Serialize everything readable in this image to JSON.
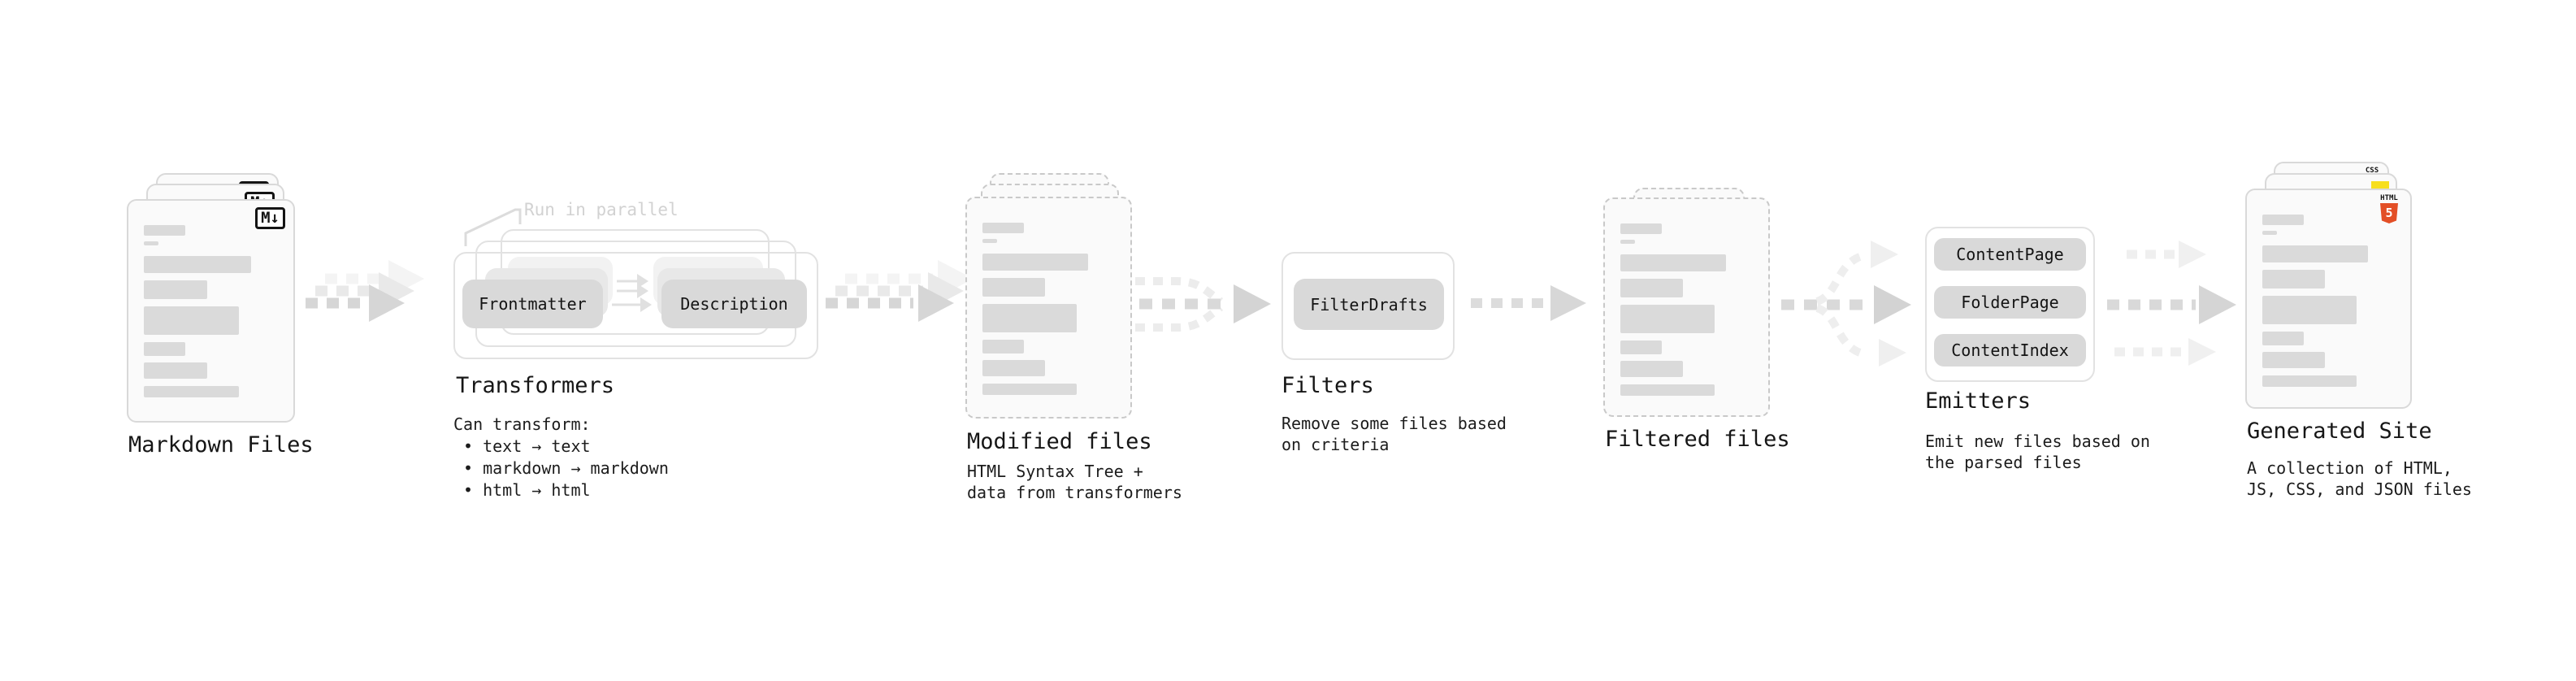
{
  "nodes": {
    "markdown_files": {
      "heading": "Markdown Files",
      "badge": "M↓"
    },
    "transformers": {
      "heading": "Transformers",
      "annotation": "Run in parallel",
      "box_1": "Frontmatter",
      "box_2": "Description",
      "desc_1": "Can transform:",
      "desc_2": "• text → text",
      "desc_3": "• markdown → markdown",
      "desc_4": "• html → html"
    },
    "modified_files": {
      "heading": "Modified files",
      "desc_1": "HTML Syntax Tree +",
      "desc_2": "data from transformers"
    },
    "filters": {
      "heading": "Filters",
      "box_1": "FilterDrafts",
      "desc_1": "Remove some files based",
      "desc_2": "on criteria"
    },
    "filtered_files": {
      "heading": "Filtered files"
    },
    "emitters": {
      "heading": "Emitters",
      "box_1": "ContentPage",
      "box_2": "FolderPage",
      "box_3": "ContentIndex",
      "desc_1": "Emit new files based on",
      "desc_2": "the parsed files"
    },
    "generated_site": {
      "heading": "Generated Site",
      "badge_css": "CSS",
      "badge_html_word": "HTML",
      "badge_html_number": "5",
      "desc_1": "A collection of HTML,",
      "desc_2": "JS, CSS, and JSON files"
    }
  },
  "colors": {
    "html5_orange": "#e34f26",
    "js_yellow": "#f7df1e",
    "css_blue": "#2965f1",
    "box_gray": "#d9d9d9",
    "muted_annotation_gray": "#d2d2d2"
  }
}
